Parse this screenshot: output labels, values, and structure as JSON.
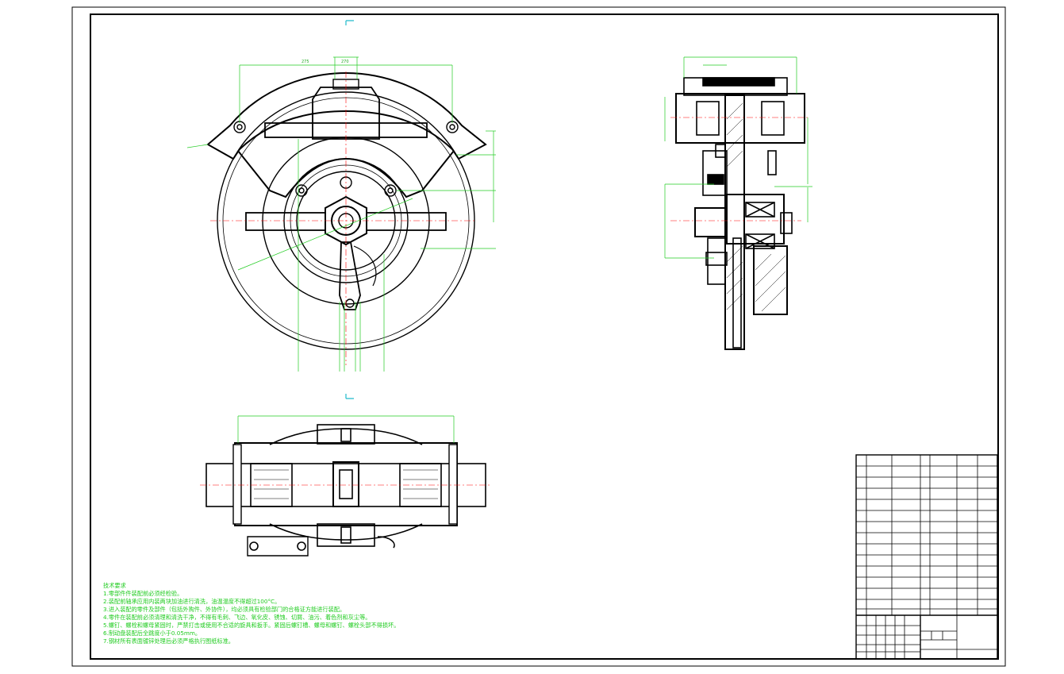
{
  "technical_requirements": {
    "heading": "技术要求",
    "items": [
      "1.零部件件装配前必须经检验。",
      "2.装配前轴承应用内装两块加油进行清洗，油温温度不得超过100°C。",
      "3.进入装配的零件及部件（包括外购件、外协件），均必须具有检验部门的合格证方能进行装配。",
      "4.零件在装配前必须清理和清洗干净，不得有毛刺、飞边、氧化皮、锈蚀、切屑、油污、着色剂和灰尘等。",
      "5.螺钉、螺栓和螺母紧固时，严禁打击或使用不合适的旋具和扳手。紧固后螺钉槽、螺母和螺钉、螺栓头部不得损坏。",
      "6.制动盘装配后全跳度小于0.05mm。",
      "7.钢材所有表面镀锌处理后必须严格执行图纸标准。"
    ]
  },
  "colors": {
    "outline": "#000000",
    "dimension": "#22cc22",
    "centerline": "#ff0000",
    "text": "#22cc22"
  }
}
